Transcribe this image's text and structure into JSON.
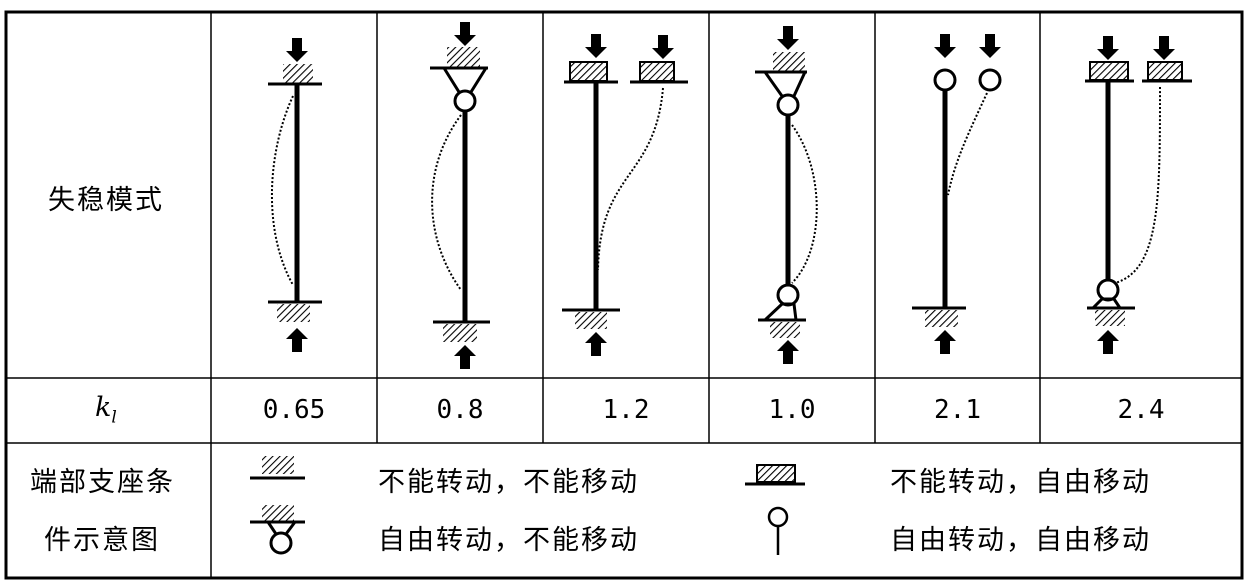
{
  "table": {
    "row_headers": {
      "mode": "失稳模式",
      "k_symbol": "k",
      "k_subscript": "l",
      "support_line1": "端部支座条",
      "support_line2": "件示意图"
    },
    "k_values": [
      "0.65",
      "0.8",
      "1.2",
      "1.0",
      "2.1",
      "2.4"
    ],
    "legend": [
      {
        "icon": "fixed-support-icon",
        "text": "不能转动，不能移动"
      },
      {
        "icon": "pinned-support-icon",
        "text": "自由转动，不能移动"
      },
      {
        "icon": "sliding-fixed-support-icon",
        "text": "不能转动，自由移动"
      },
      {
        "icon": "free-pin-icon",
        "text": "自由转动，自由移动"
      }
    ]
  }
}
